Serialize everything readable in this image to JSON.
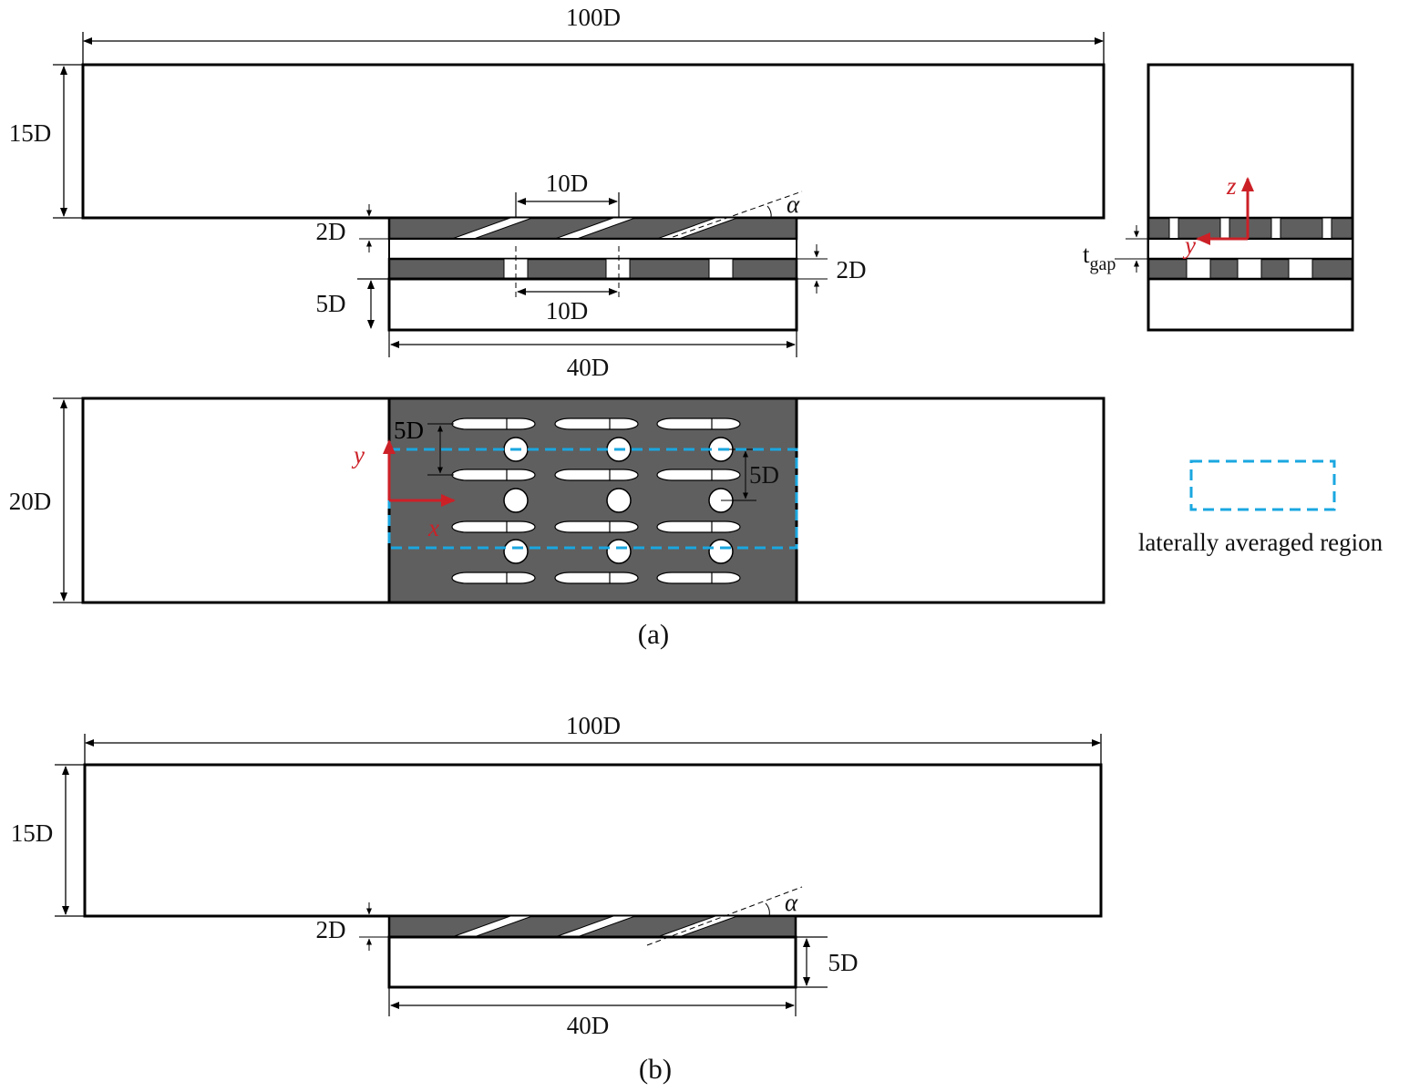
{
  "panel_a": {
    "top_view_side": {
      "width_label": "100D",
      "height_label": "15D",
      "plate_label": "2D",
      "hole_pitch_top": "10D",
      "alpha": "α",
      "gap_label": "2D",
      "hole_pitch_bottom": "10D",
      "plenum_label": "5D",
      "length_label": "40D"
    },
    "end_view": {
      "gap_label_main": "t",
      "gap_label_sub": "gap",
      "axis_z": "z",
      "axis_y": "y"
    },
    "plan_view": {
      "width_label": "20D",
      "row_spacing_a": "5D",
      "row_spacing_b": "5D",
      "axis_y": "y",
      "axis_x": "x"
    },
    "legend": {
      "label": "laterally averaged region",
      "color": "#1aa7e0"
    },
    "caption": "(a)"
  },
  "panel_b": {
    "width_label": "100D",
    "height_label": "15D",
    "plate_label": "2D",
    "alpha": "α",
    "plenum_label": "5D",
    "length_label": "40D",
    "caption": "(b)"
  },
  "colors": {
    "plate": "#5f5f5f",
    "axis": "#cc2027",
    "region": "#1aa7e0"
  }
}
